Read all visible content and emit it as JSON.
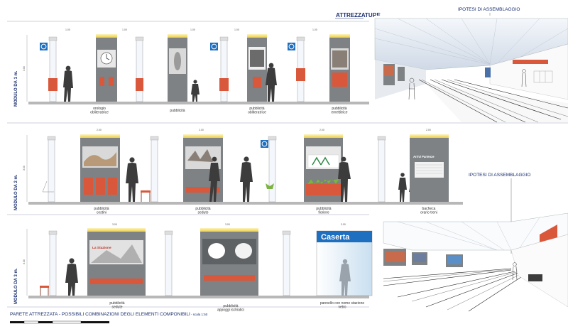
{
  "header": {
    "title": "ATTREZZATURE"
  },
  "perspective": {
    "top_label": "IPOTESI DI ASSEMBLAGGIO",
    "middle_label": "IPOTESI DI ASSEMBLAGGIO"
  },
  "modules": [
    {
      "label": "MODULO DA 1 m.",
      "captions": [
        "orologio\nobliteratrice",
        "pubblicità",
        "pubblicità\nobliteratrice",
        "pubblicità\nemettitrice"
      ]
    },
    {
      "label": "MODULO DA 2 m.",
      "captions": [
        "pubblicità\ncestini",
        "pubblicità\nsedute",
        "pubblicità\nfioriere",
        "bacheca\norario treni"
      ]
    },
    {
      "label": "MODULO DA 3 m.",
      "captions": [
        "pubblicità\nsedute",
        "pubblicità\nappoggi ischiatici",
        "pannello con nome stazione\nvetro"
      ]
    }
  ],
  "dimensions": {
    "w1": "1.00",
    "w2": "2.00",
    "w3": "3.00",
    "h": "3.00",
    "small": "0.40"
  },
  "panels": {
    "station_name": "Caserta",
    "timetable": "Arrivi Partenze",
    "poster_text": "La Stazione"
  },
  "footer": {
    "title": "PARETE ATTREZZATA - POSSIBILI COMBINAZIONI DEGLI ELEMENTI COMPONIBILI",
    "scale": " - scala 1:50"
  },
  "colors": {
    "accent": "#1a2f6e",
    "station_blue": "#1e6fc0",
    "panel_grey": "#7f8285",
    "bench_red": "#d9573a",
    "header_yellow": "#f2d54a"
  }
}
